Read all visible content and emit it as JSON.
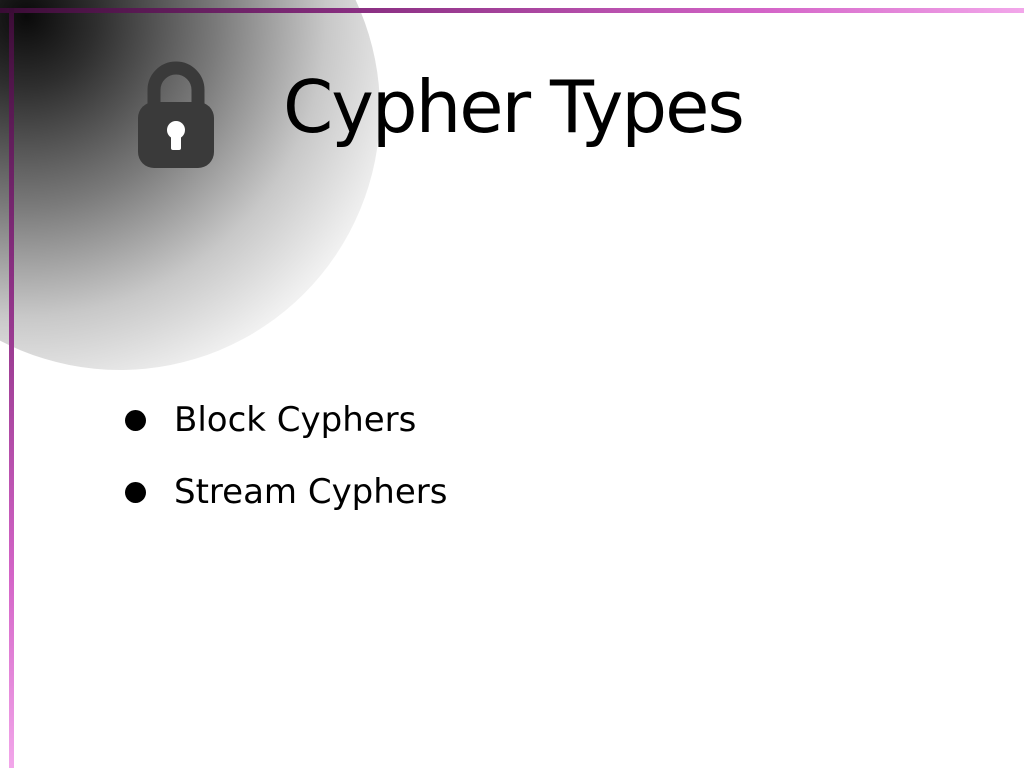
{
  "slide": {
    "title": "Cypher Types",
    "icon": "lock-icon",
    "bullets": [
      {
        "label": "Block Cyphers"
      },
      {
        "label": "Stream Cyphers"
      }
    ]
  },
  "colors": {
    "border_start": "#3a0c35",
    "border_mid": "#8a2f82",
    "border_end": "#f2a7ea",
    "lock_fill": "#3a3a3a",
    "text": "#000000"
  }
}
